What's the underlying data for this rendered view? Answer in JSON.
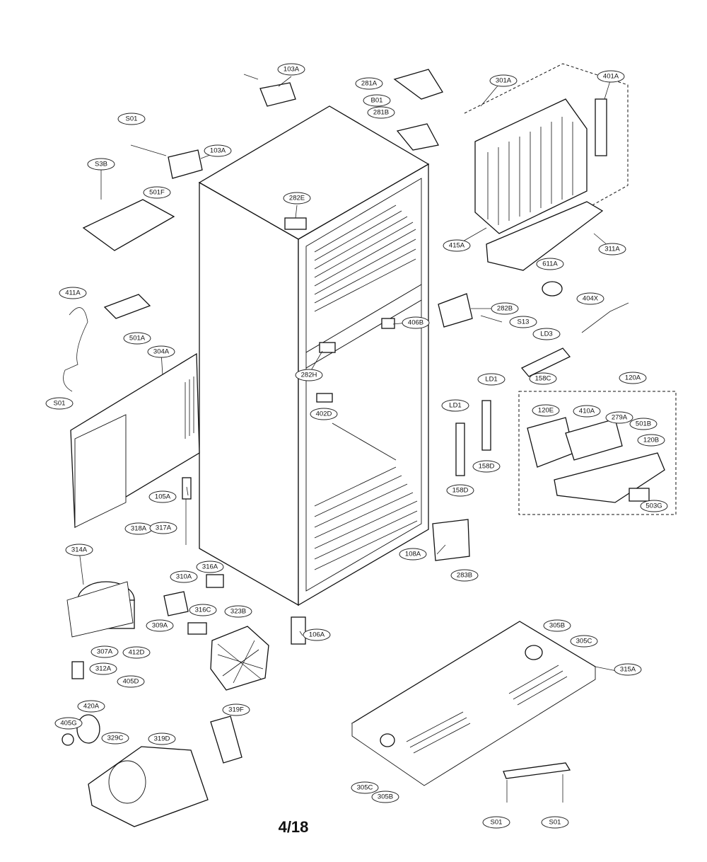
{
  "page": {
    "number": "4/18"
  },
  "callout_labels": [
    "103A",
    "S01",
    "103A",
    "S3B",
    "501F",
    "282E",
    "281A",
    "B01",
    "281B",
    "301A",
    "401A",
    "415A",
    "311A",
    "611A",
    "404X",
    "411A",
    "501A",
    "304A",
    "S01",
    "406B",
    "282B",
    "S13",
    "282H",
    "402D",
    "LD3",
    "158C",
    "LD1",
    "LD1",
    "158D",
    "158D",
    "120A",
    "120E",
    "410A",
    "279A",
    "501B",
    "120B",
    "503G",
    "105A",
    "318A",
    "317A",
    "314A",
    "316A",
    "310A",
    "316C",
    "323B",
    "309A",
    "412D",
    "307A",
    "312A",
    "106A",
    "108A",
    "283B",
    "405D",
    "420A",
    "405G",
    "329C",
    "319D",
    "319F",
    "305B",
    "305C",
    "315A",
    "305C",
    "305B",
    "S01",
    "S01"
  ]
}
